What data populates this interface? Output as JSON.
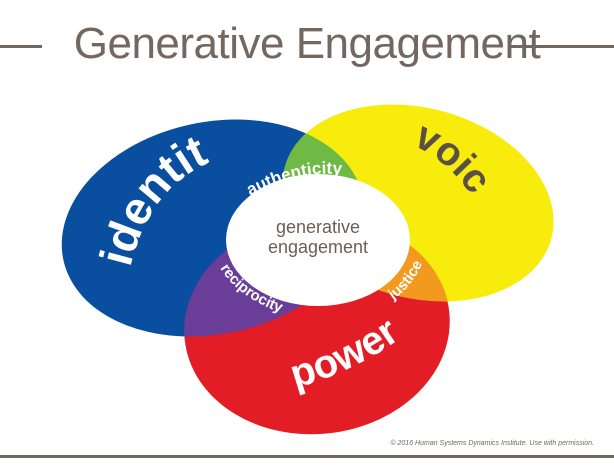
{
  "title": "Generative Engagement",
  "labels": {
    "identity": "identity",
    "voice": "voice",
    "power": "power",
    "authenticity": "authenticity",
    "justice": "justice",
    "reciprocity": "reciprocity",
    "center_line1": "generative",
    "center_line2": "engagement"
  },
  "colors": {
    "identity": "#0a4ea0",
    "voice": "#f8ec0c",
    "power": "#e31d25",
    "authenticity": "#6fba45",
    "justice": "#f39a1e",
    "reciprocity": "#6a3d99",
    "rule": "#74675f"
  },
  "copyright": "© 2016 Human Systems Dynamics Institute. Use with permission."
}
